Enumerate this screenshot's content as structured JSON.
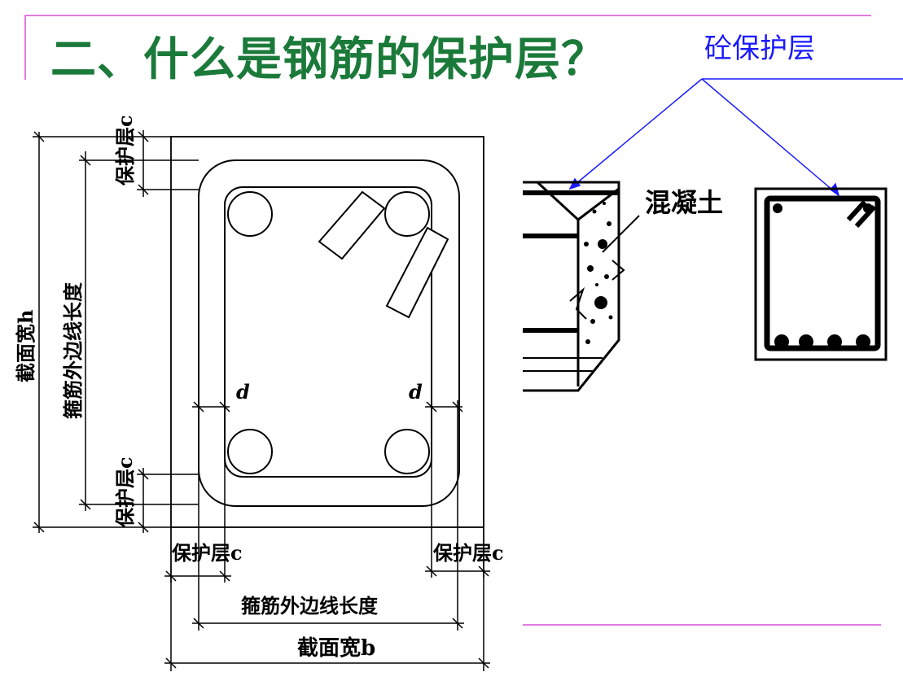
{
  "slide": {
    "title": "二、什么是钢筋的保护层？",
    "callout_label": "砼保护层"
  },
  "section_diagram": {
    "cover_c_top": "保护层c",
    "cover_c_bottom": "保护层c",
    "cover_c_left": "保护层c",
    "cover_c_right": "保护层c",
    "section_height": "截面宽h",
    "stirrup_outer_length_vertical": "箍筋外边线长度",
    "stirrup_outer_length_horizontal": "箍筋外边线长度",
    "section_width": "截面宽b",
    "bar_diameter_left": "d",
    "bar_diameter_right": "d"
  },
  "beam_diagram": {
    "concrete_label": "混凝土"
  },
  "colors": {
    "title": "#1b7a3a",
    "callout": "#1a1aff",
    "frame_lines": "#e07be0"
  }
}
